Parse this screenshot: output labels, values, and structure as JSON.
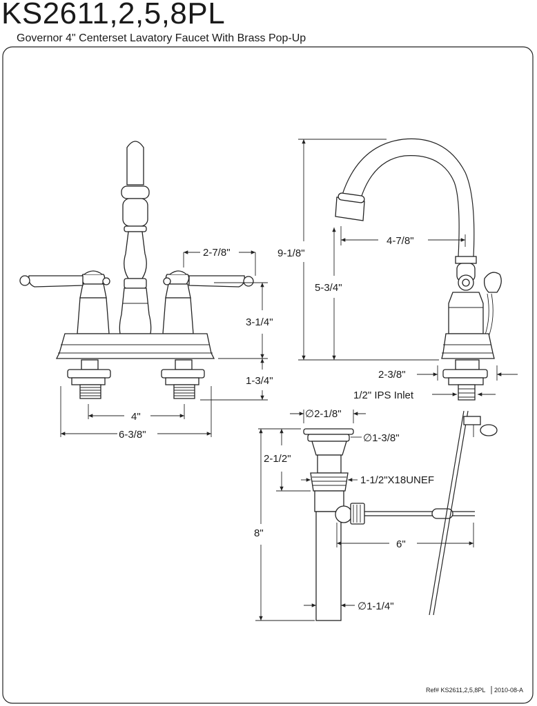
{
  "header": {
    "title": "KS2611,2,5,8PL",
    "subtitle": "Governor 4\" Centerset Lavatory Faucet With Brass Pop-Up"
  },
  "dimensions": {
    "handle_spread": "2-7/8\"",
    "handle_height": "3-1/4\"",
    "shank_length": "1-3/4\"",
    "center_spacing": "4\"",
    "base_width": "6-3/8\"",
    "overall_height": "9-1/8\"",
    "spout_reach": "4-7/8\"",
    "spout_height": "5-3/4\"",
    "base_depth": "2-3/8\"",
    "inlet": "1/2\" IPS Inlet",
    "flange_diameter": "∅2-1/8\"",
    "cap_diameter": "∅1-3/8\"",
    "body_height": "2-1/2\"",
    "thread": "1-1/2\"X18UNEF",
    "drain_length": "8\"",
    "rod_length": "6\"",
    "tailpiece_diameter": "∅1-1/4\""
  },
  "footer": {
    "ref": "Ref# KS2611,2,5,8PL",
    "date": "2010-08-A"
  }
}
